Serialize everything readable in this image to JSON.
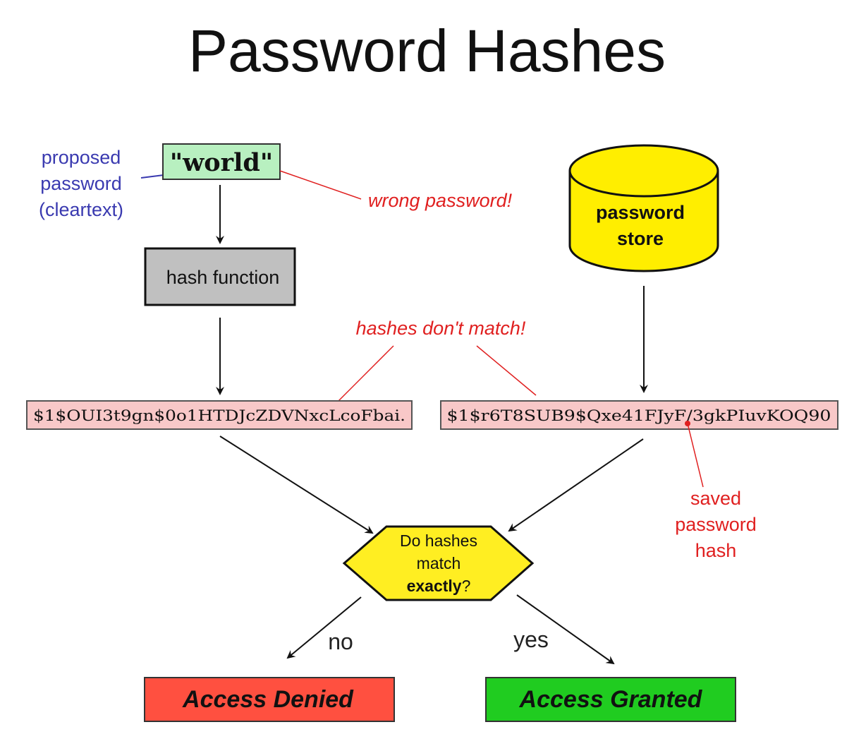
{
  "title": "Password Hashes",
  "proposed_label": [
    "proposed",
    "password",
    "(cleartext)"
  ],
  "input_word": "\"world\"",
  "wrong_password_note": "wrong password!",
  "hash_function_label": "hash function",
  "store_label": [
    "password",
    "store"
  ],
  "mismatch_note": "hashes don't match!",
  "computed_hash": "$1$OUI3t9gn$0o1HTDJcZDVNxcLcoFbai.",
  "stored_hash": "$1$r6T8SUB9$Qxe41FJyF/3gkPIuvKOQ90",
  "saved_hash_note": [
    "saved",
    "password",
    "hash"
  ],
  "decision": {
    "line1": "Do hashes",
    "line2": "match",
    "line3_bold": "exactly",
    "line3_tail": "?"
  },
  "branch_no": "no",
  "branch_yes": "yes",
  "result_denied": "Access Denied",
  "result_granted": "Access Granted",
  "colors": {
    "input_fill": "#b8f0c0",
    "hash_fn_fill": "#c0c0c0",
    "hash_fill": "#f8c8c8",
    "store_fill": "#ffee00",
    "decision_fill": "#ffee22",
    "denied_fill": "#ff5040",
    "granted_fill": "#20cc20",
    "note_red": "#e02020",
    "note_blue": "#3a3ab0"
  }
}
